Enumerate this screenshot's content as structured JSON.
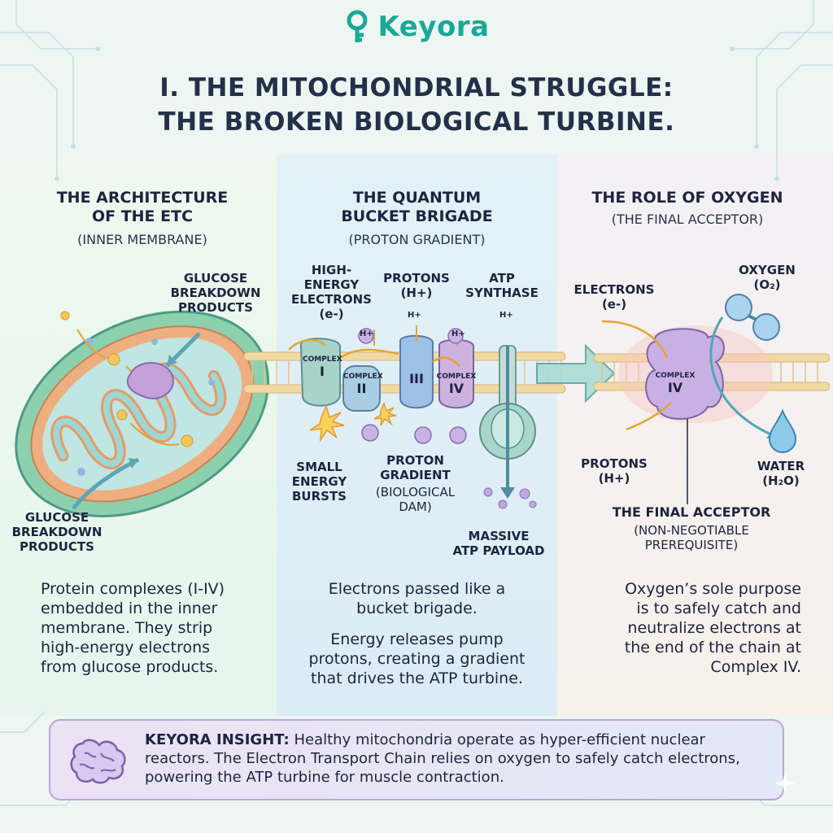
{
  "brand": "Keyora",
  "title_line1": "I. THE MITOCHONDRIAL STRUGGLE:",
  "title_line2": "THE BROKEN BIOLOGICAL TURBINE.",
  "col1": {
    "head1": "THE ARCHITECTURE",
    "head2": "OF THE ETC",
    "sub": "(INNER MEMBRANE)",
    "label_top": [
      "GLUCOSE",
      "BREAKDOWN",
      "PRODUCTS"
    ],
    "label_bottom": [
      "GLUCOSE",
      "BREAKDOWN",
      "PRODUCTS"
    ],
    "desc": [
      "Protein complexes (I-IV)",
      "embedded in the inner",
      "membrane. They strip",
      "high-energy electrons",
      "from glucose products."
    ]
  },
  "col2": {
    "head1": "THE QUANTUM",
    "head2": "BUCKET BRIGADE",
    "sub": "(PROTON GRADIENT)",
    "label_electrons": [
      "HIGH-",
      "ENERGY",
      "ELECTRONS",
      "(e-)"
    ],
    "label_protons": [
      "PROTONS",
      "(H+)"
    ],
    "label_atp": [
      "ATP",
      "SYNTHASE"
    ],
    "label_bursts": [
      "SMALL",
      "ENERGY",
      "BURSTS"
    ],
    "label_gradient": [
      "PROTON",
      "GRADIENT"
    ],
    "label_gradient_note": [
      "(BIOLOGICAL",
      "DAM)"
    ],
    "label_payload": [
      "MASSIVE",
      "ATP PAYLOAD"
    ],
    "complex_word": "COMPLEX",
    "numerals": [
      "I",
      "II",
      "III",
      "IV"
    ],
    "ion_h": "H+",
    "desc1": [
      "Electrons passed like a",
      "bucket brigade."
    ],
    "desc2": [
      "Energy releases pump",
      "protons, creating a gradient",
      "that drives the ATP turbine."
    ]
  },
  "col3": {
    "head": "THE ROLE OF OXYGEN",
    "sub": "(THE FINAL ACCEPTOR)",
    "label_electrons": [
      "ELECTRONS",
      "(e-)"
    ],
    "label_oxygen": [
      "OXYGEN",
      "(O₂)"
    ],
    "label_protons": [
      "PROTONS",
      "(H+)"
    ],
    "label_water": [
      "WATER",
      "(H₂O)"
    ],
    "label_final": "THE FINAL ACCEPTOR",
    "label_final_note": [
      "(NON-NEGOTIABLE",
      "PREREQUISITE)"
    ],
    "complex_word": "COMPLEX",
    "complex_num": "IV",
    "desc": [
      "Oxygen’s sole purpose",
      "is to safely catch and",
      "neutralize electrons at",
      "the end of the chain at",
      "Complex IV."
    ]
  },
  "insight": {
    "lead": "KEYORA INSIGHT:",
    "text": " Healthy mitochondria operate as hyper-efficient nuclear reactors. The Electron Transport Chain relies on oxygen to safely catch electrons, powering the ATP turbine for muscle contraction."
  },
  "colors": {
    "brand": "#19a996",
    "title": "#243049",
    "mito_outer": "#7fc6a4",
    "mito_inner": "#e6a070",
    "complex_blue": "#9dc6e0",
    "complex_purple": "#c6a8dc",
    "arrow_teal": "#6fb9b4"
  }
}
